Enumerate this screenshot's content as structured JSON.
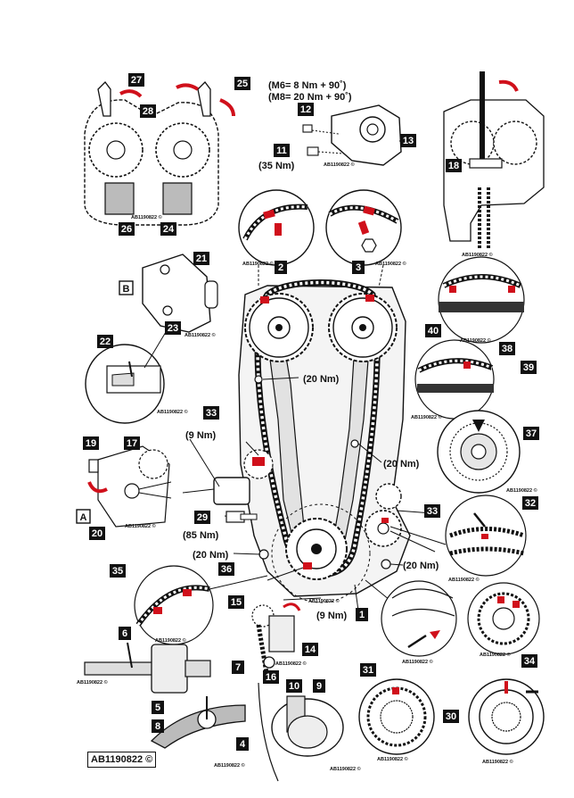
{
  "callouts": [
    "1",
    "2",
    "3",
    "4",
    "5",
    "6",
    "7",
    "8",
    "9",
    "10",
    "11",
    "12",
    "13",
    "14",
    "15",
    "16",
    "17",
    "18",
    "19",
    "20",
    "21",
    "22",
    "23",
    "24",
    "25",
    "26",
    "27",
    "28",
    "29",
    "30",
    "31",
    "32",
    "33",
    "33",
    "34",
    "35",
    "36",
    "37",
    "38",
    "39",
    "40"
  ],
  "letters": [
    "A",
    "B"
  ],
  "torque": {
    "m6": "(M6= 8 Nm + 90˚)",
    "m8": "(M8= 20 Nm + 90˚)",
    "t35": "(35 Nm)",
    "t20a": "(20 Nm)",
    "t9a": "(9 Nm)",
    "t20b": "(20 Nm)",
    "t85": "(85 Nm)",
    "t20c": "(20 Nm)",
    "t20d": "(20 Nm)",
    "t9b": "(9 Nm)"
  },
  "ref_code": "AB1190822 ©",
  "main_ref": "AB1190822 ©",
  "colors": {
    "ink": "#111111",
    "accent": "#d0101b",
    "paper": "#ffffff",
    "grey": "#cfcfcf"
  }
}
